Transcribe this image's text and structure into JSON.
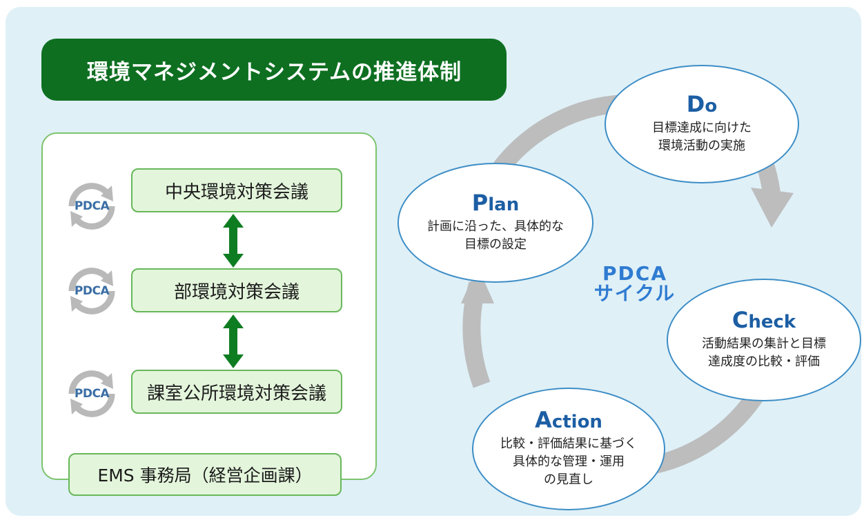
{
  "title": "環境マネジメントシステムの推進体制",
  "organization": {
    "pdca_badge_label": "PDCA",
    "levels": [
      {
        "label": "中央環境対策会議"
      },
      {
        "label": "部環境対策会議"
      },
      {
        "label": "課室公所環境対策会議"
      }
    ],
    "secretariat": "EMS 事務局（経営企画課）"
  },
  "cycle": {
    "center_label_line1": "PDCA",
    "center_label_line2": "サイクル",
    "steps": {
      "plan": {
        "initial": "P",
        "rest": "lan",
        "desc_line1": "計画に沿った、具体的な",
        "desc_line2": "目標の設定",
        "desc_line3": ""
      },
      "do": {
        "initial": "D",
        "rest": "o",
        "desc_line1": "目標達成に向けた",
        "desc_line2": "環境活動の実施",
        "desc_line3": ""
      },
      "check": {
        "initial": "C",
        "rest": "heck",
        "desc_line1": "活動結果の集計と目標",
        "desc_line2": "達成度の比較・評価",
        "desc_line3": ""
      },
      "action": {
        "initial": "A",
        "rest": "ction",
        "desc_line1": "比較・評価結果に基づく",
        "desc_line2": "具体的な管理・運用",
        "desc_line3": "の見直し"
      }
    }
  },
  "colors": {
    "background": "#dff0f7",
    "title_bar": "#0e6f21",
    "box_fill": "#e3f5db",
    "box_border": "#67b75a",
    "arrow_green": "#0e7d22",
    "cycle_arrow": "#bdbdbd",
    "ellipse_border": "#3c8dc6",
    "step_title": "#1c5ea4",
    "cycle_label": "#2f7bd1"
  }
}
